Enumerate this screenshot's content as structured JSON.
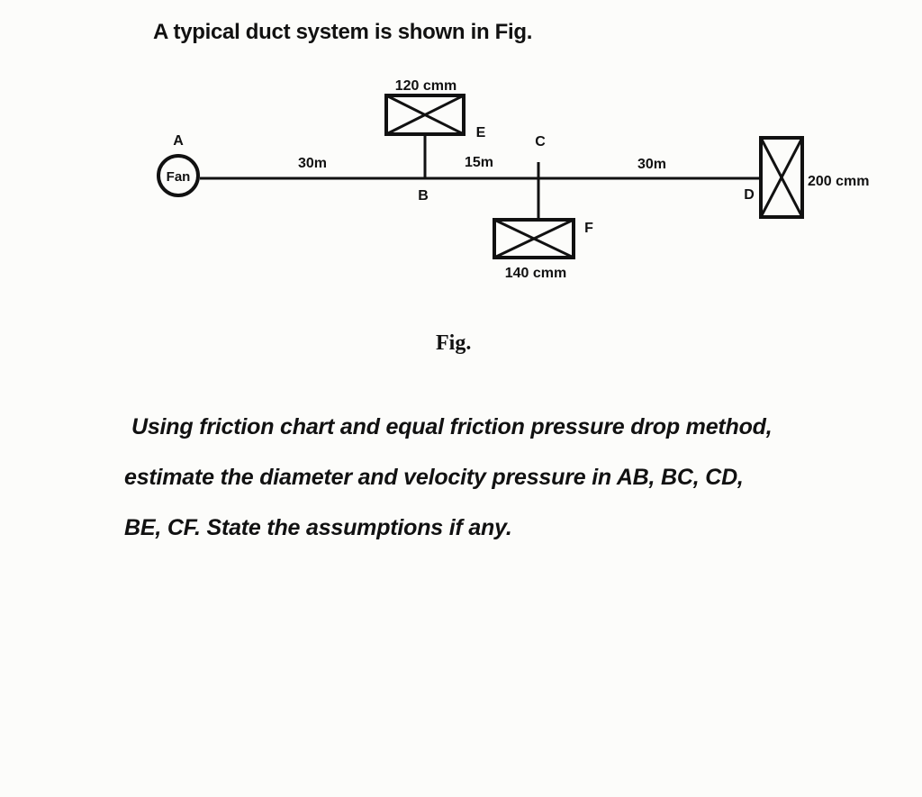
{
  "heading": "A typical duct system is shown in Fig.",
  "diagram": {
    "fan_label": "Fan",
    "nodes": {
      "A": "A",
      "B": "B",
      "C": "C",
      "D": "D",
      "E": "E",
      "F": "F"
    },
    "lengths": {
      "AB": "30m",
      "BC": "15m",
      "CD": "30m"
    },
    "flows": {
      "E": "120 cmm",
      "F": "140 cmm",
      "D": "200 cmm"
    }
  },
  "caption": "Fig.",
  "question": {
    "line1": "Using friction chart and equal friction pressure drop method,",
    "line2": "estimate the diameter and velocity pressure in AB, BC, CD,",
    "line3": "BE, CF. State the assumptions if any."
  }
}
